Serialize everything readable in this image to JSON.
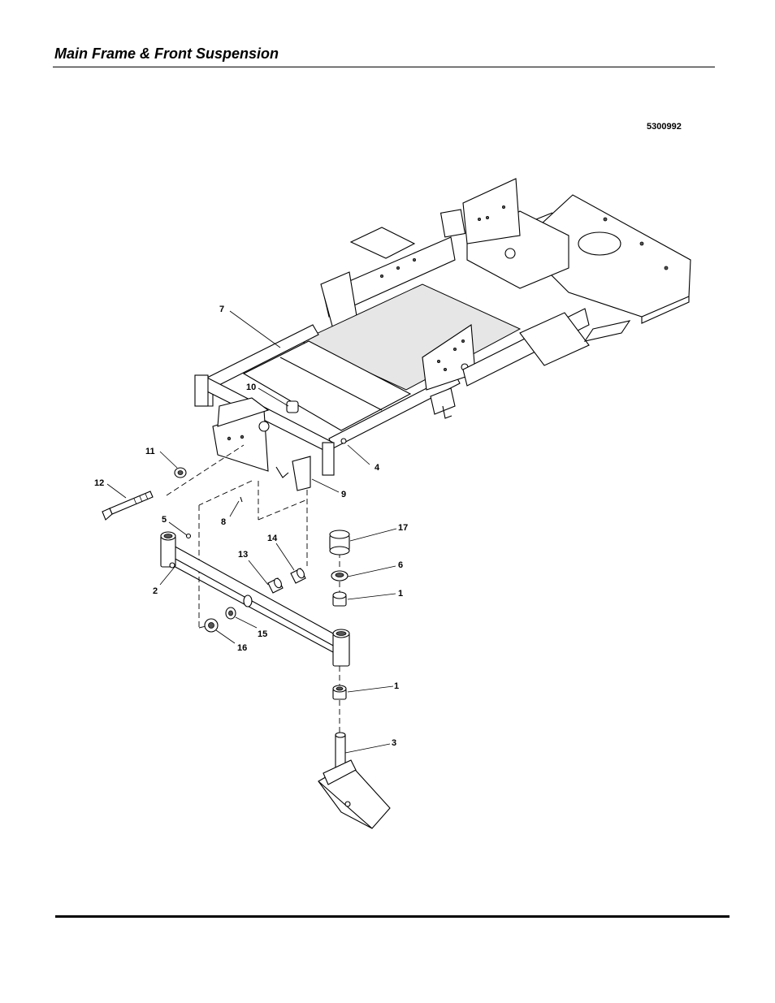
{
  "header": {
    "title": "Main Frame & Front Suspension"
  },
  "drawing": {
    "id": "5300992",
    "callouts": {
      "c7": "7",
      "c10": "10",
      "c4": "4",
      "c11": "11",
      "c12": "12",
      "c9": "9",
      "c8": "8",
      "c5": "5",
      "c14": "14",
      "c13": "13",
      "c17": "17",
      "c6": "6",
      "c1a": "1",
      "c2": "2",
      "c15": "15",
      "c16": "16",
      "c1b": "1",
      "c3": "3"
    }
  }
}
